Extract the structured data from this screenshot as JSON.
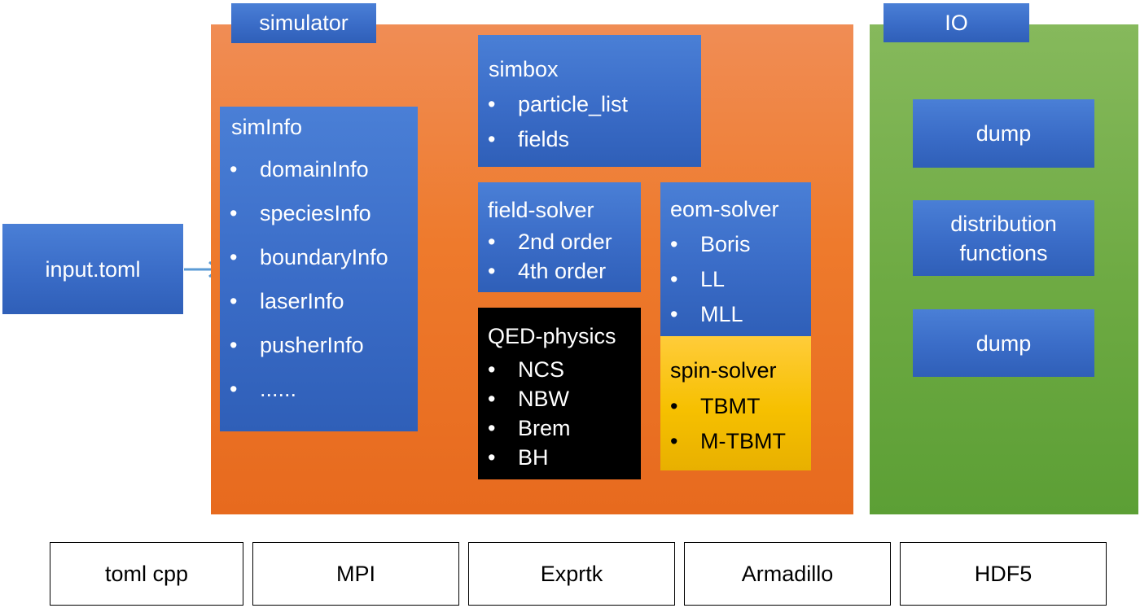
{
  "input": {
    "label": "input.toml"
  },
  "simulator": {
    "label": "simulator",
    "simInfo": {
      "title": "simInfo",
      "items": [
        "domainInfo",
        "speciesInfo",
        "boundaryInfo",
        "laserInfo",
        "pusherInfo",
        "......"
      ]
    },
    "simbox": {
      "title": "simbox",
      "items": [
        "particle_list",
        "fields"
      ]
    },
    "field_solver": {
      "title": "field-solver",
      "items": [
        "2nd order",
        "4th order"
      ]
    },
    "eom_solver": {
      "title": "eom-solver",
      "items": [
        "Boris",
        "LL",
        "MLL"
      ]
    },
    "qed_physics": {
      "title": "QED-physics",
      "items": [
        "NCS",
        "NBW",
        "Brem",
        "BH"
      ]
    },
    "spin_solver": {
      "title": "spin-solver",
      "items": [
        "TBMT",
        "M-TBMT"
      ]
    }
  },
  "io": {
    "label": "IO",
    "items": [
      "dump",
      "distribution functions",
      "dump"
    ]
  },
  "libraries": [
    "toml cpp",
    "MPI",
    "Exprtk",
    "Armadillo",
    "HDF5"
  ],
  "colors": {
    "simulator_panel": "#ee7a2c",
    "io_panel": "#6fab44",
    "module_box": "#3a6cc7",
    "qed_box": "#000000",
    "spin_box": "#f6c000",
    "arrow": "#5b9bd5"
  }
}
